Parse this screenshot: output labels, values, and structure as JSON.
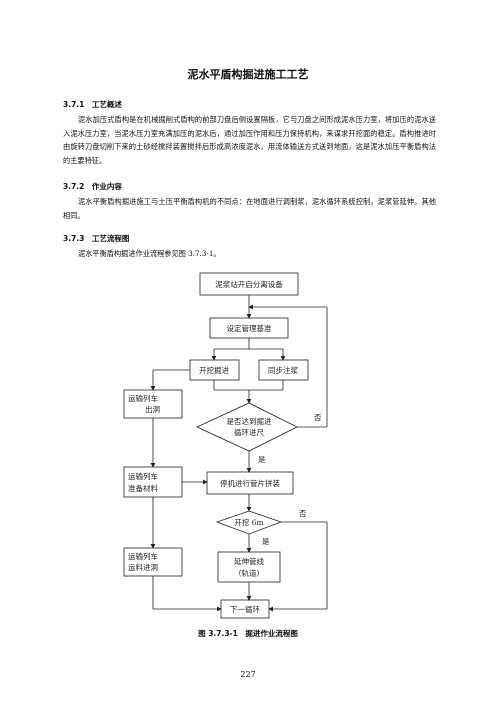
{
  "doc": {
    "title": "泥水平盾构掘进施工工艺",
    "section1": {
      "heading": "3.7.1　工艺概述",
      "text": "泥水加压式盾构是在机械掘削式盾构的前部刀盘后侧设置隔板，它与刀盘之间形成泥水压力室，将加压的泥水送入泥水压力室，当泥水压力室充满加压的泥水后，通过加压作用和压力保持机构，来谋求开挖面的稳定。盾构推进时由旋转刀盘切削下来的土砂经搅拌装置搅拌后形成高浓度泥水，用流体输送方式送到地面，这是泥水加压平衡盾构法的主要特征。"
    },
    "section2": {
      "heading": "3.7.2　作业内容",
      "text": "泥水平衡盾构掘进施工与土压平衡盾构机的不同点：在地面进行调制浆，泥水循环系统控制，泥浆管延伸。其他相同。"
    },
    "section3": {
      "heading": "3.7.3　工艺流程图",
      "text": "泥水平衡盾构掘进作业流程参见图 3.7.3-1。"
    },
    "flow": {
      "start": "泥浆站开启分离设备",
      "set_baseline": "设定管理基准",
      "excavate": "开挖掘进",
      "grout": "同步注浆",
      "transport_out_1": "运输列车",
      "transport_out_2": "出洞",
      "decision1_1": "是否达到掘进",
      "decision1_2": "循环进尺",
      "yes1": "是",
      "no1": "否",
      "transport_prep_1": "运输列车",
      "transport_prep_2": "准备材料",
      "stop_segments": "停机进行管片拼装",
      "decision2": "开挖 6m",
      "yes2": "是",
      "no2": "否",
      "transport_in_1": "运输列车",
      "transport_in_2": "运料进洞",
      "extend_1": "延伸管线",
      "extend_2": "（轨道）",
      "next": "下一循环"
    },
    "caption": "图 3.7.3-1　掘进作业流程图",
    "page_number": "227"
  }
}
